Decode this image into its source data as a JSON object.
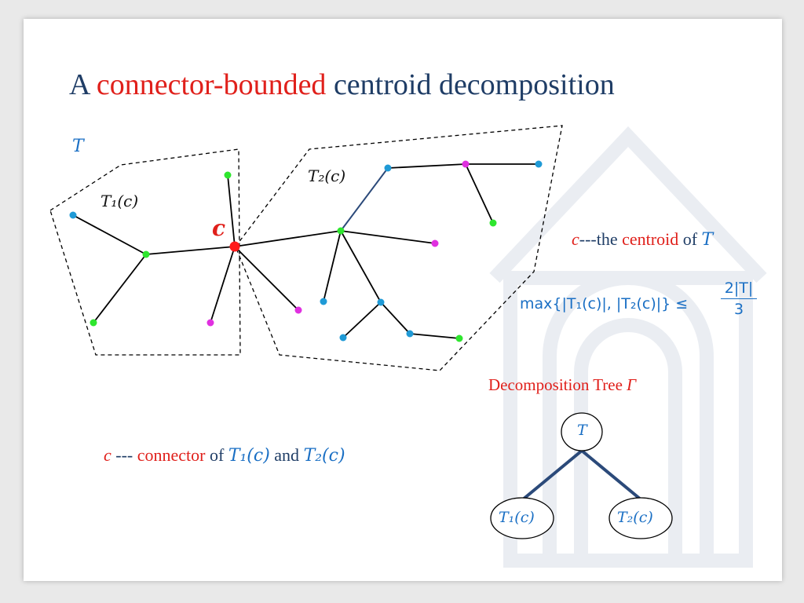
{
  "title": {
    "prefix": "A",
    "highlight": "connector-bounded",
    "rest": "centroid decomposition"
  },
  "labels": {
    "T": "T",
    "T1c": "T₁(c)",
    "T2c": "T₂(c)",
    "c": "c"
  },
  "centroid_note": {
    "var": "c",
    "dashes": "---the",
    "word": "centroid",
    "of": "of",
    "T": "T"
  },
  "formula": {
    "lhs": "max{|T₁(c)|, |T₂(c)|} ≤",
    "numerator": "2|T|",
    "denominator": "3"
  },
  "decomp_tree": {
    "title_text": "Decomposition Tree",
    "title_symbol": "Γ",
    "root": "T",
    "left": "T₁(c)",
    "right": "T₂(c)"
  },
  "connector_note": {
    "var": "c",
    "dashes": "---",
    "word": "connector",
    "of": "of",
    "t1": "T₁(c)",
    "and": "and",
    "t2": "T₂(c)"
  },
  "colors": {
    "title": "#1f3d66",
    "highlight": "#e0201b",
    "math_blue": "#1a6fc4",
    "node_blue": "#1f9ad6",
    "node_green": "#2ee62e",
    "node_magenta": "#e030e0",
    "node_red": "#ff1a1a",
    "tree_edge": "#2b4a7a"
  }
}
